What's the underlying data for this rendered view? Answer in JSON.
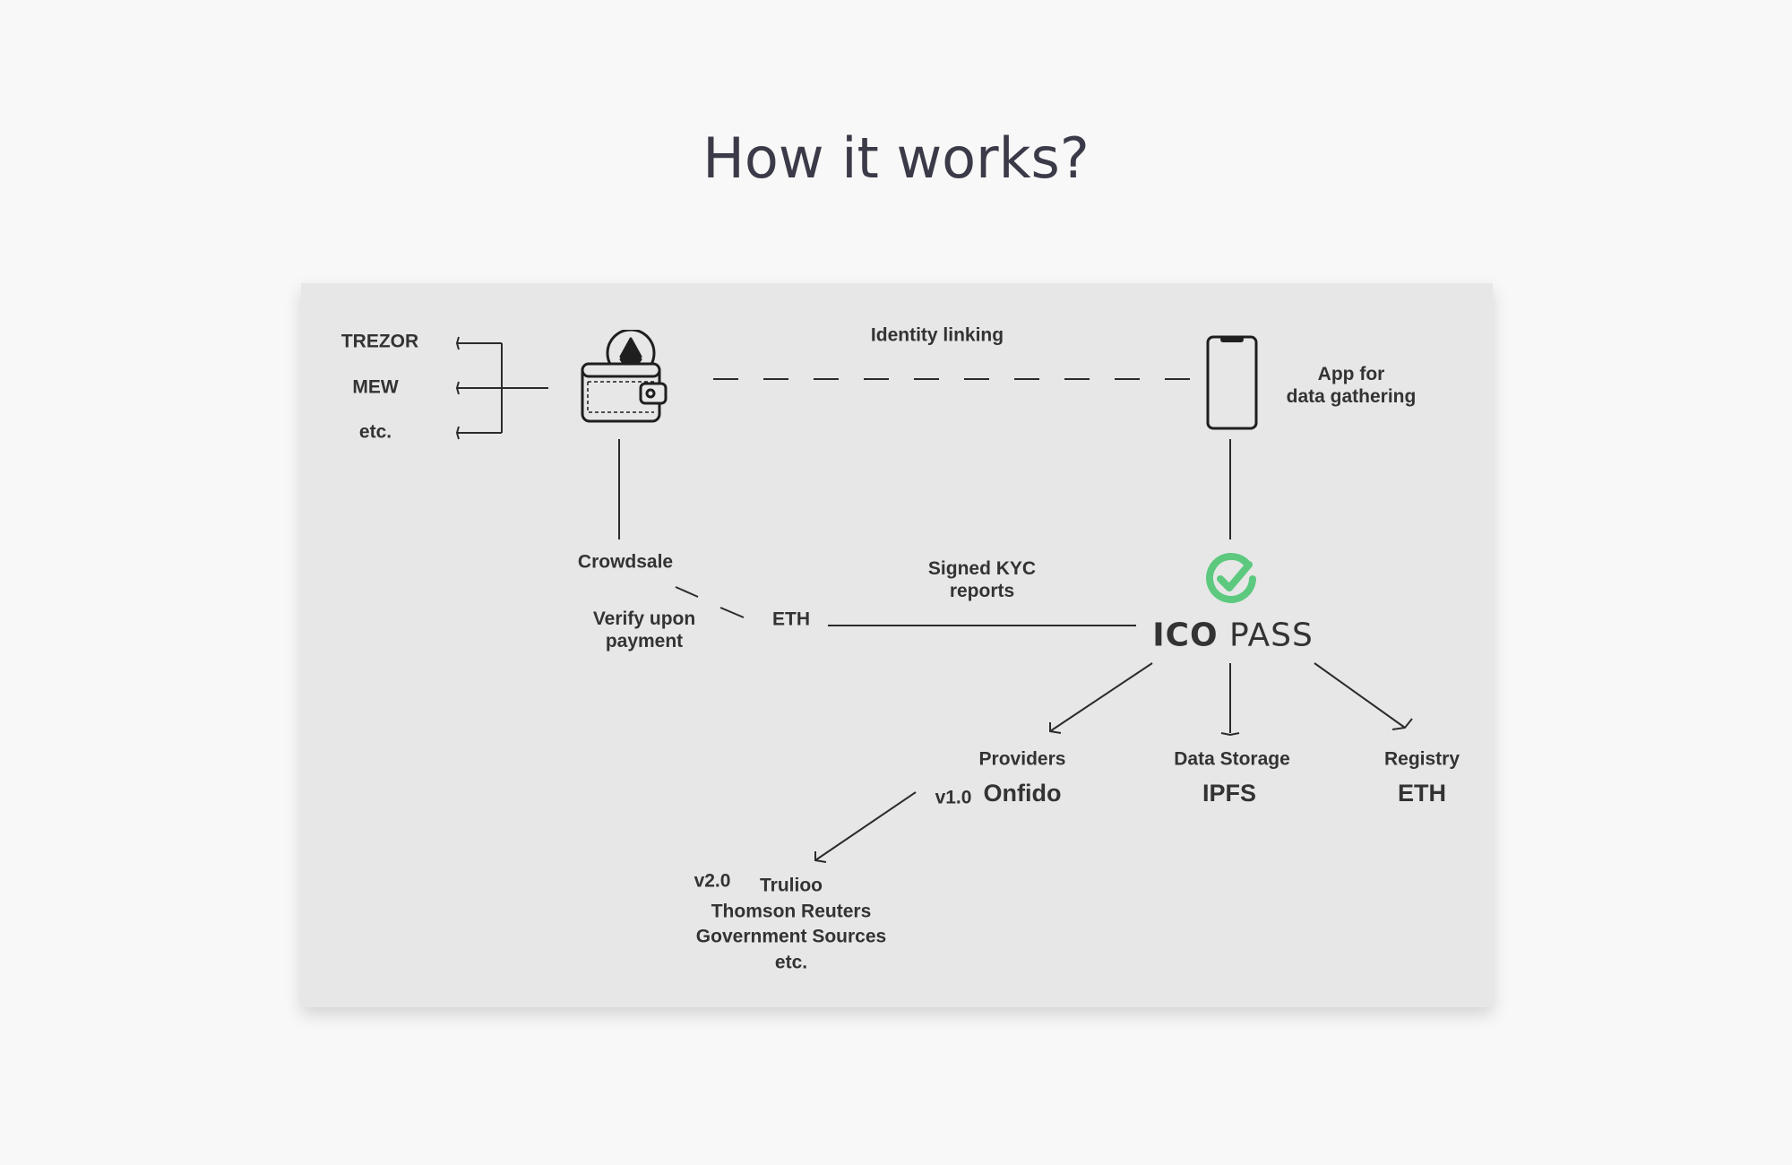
{
  "title": "How it works?",
  "labels": {
    "trezor": "TREZOR",
    "mew": "MEW",
    "etc_wallets": "etc.",
    "identity_linking": "Identity linking",
    "app_for": "App for\ndata gathering",
    "crowdsale": "Crowdsale",
    "verify_upon": "Verify upon\npayment",
    "eth_payment": "ETH",
    "signed_kyc": "Signed KYC\nreports",
    "brand_bold": "ICO",
    "brand_rest": " PASS",
    "providers": "Providers",
    "onfido": "Onfido",
    "v1": "v1.0",
    "data_storage": "Data Storage",
    "ipfs": "IPFS",
    "registry": "Registry",
    "registry_eth": "ETH",
    "v2": "v2.0",
    "trulioo": "Trulioo",
    "other_providers": "Thomson Reuters\nGovernment Sources\netc."
  },
  "icons": {
    "wallet": "wallet-with-ether-coin-icon",
    "phone": "smartphone-icon",
    "check": "check-circle-icon"
  },
  "colors": {
    "accent": "#5cc97f",
    "text": "#333333",
    "title": "#3a3a48",
    "panel": "#e7e7e7"
  }
}
